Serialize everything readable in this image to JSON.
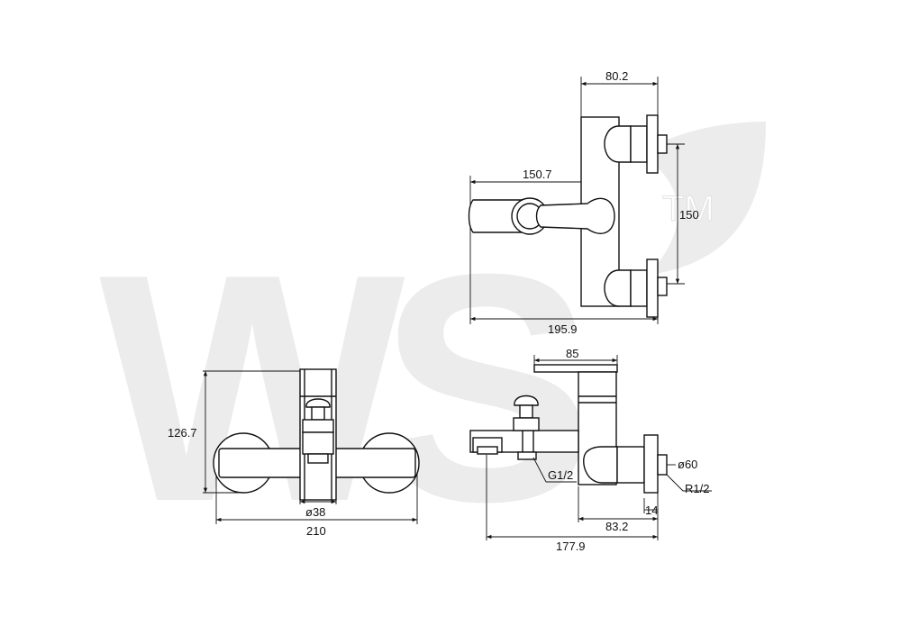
{
  "drawing": {
    "top_view": {
      "dim_width": "80.2",
      "dim_spout": "150.7",
      "dim_height": "150",
      "dim_total": "195.9"
    },
    "front_view": {
      "dim_height": "126.7",
      "dim_diameter": "ø38",
      "dim_width": "210"
    },
    "side_view": {
      "dim_top": "85",
      "dim_flange": "ø60",
      "dim_thread_outlet": "G1/2",
      "dim_thread_inlet": "R1/2",
      "dim_offset": "14",
      "dim_depth": "83.2",
      "dim_total": "177.9"
    }
  },
  "watermark": {
    "text": "WS",
    "mark": "TM",
    "color": "#ececec"
  },
  "colors": {
    "line": "#111111",
    "background": "#ffffff"
  }
}
